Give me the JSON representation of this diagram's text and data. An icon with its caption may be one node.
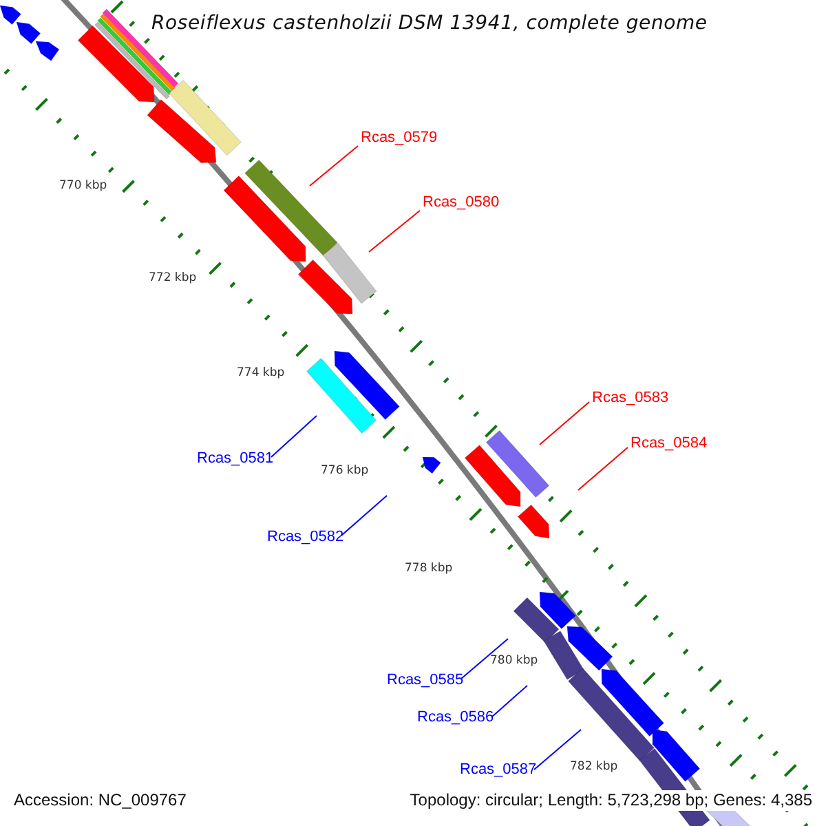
{
  "diagram": {
    "title": "Roseiflexus castenholzii DSM 13941, complete genome",
    "nodes": [
      {
        "text": [
          "Rcas_0579"
        ]
      },
      {
        "text": [
          "Rcas_0580"
        ]
      },
      {
        "text": [
          "Rcas_0581"
        ]
      },
      {
        "text": [
          "Rcas_0582"
        ]
      },
      {
        "text": [
          "Rcas_0583"
        ]
      },
      {
        "text": [
          "Rcas_0584"
        ]
      },
      {
        "text": [
          "Rcas_0585"
        ]
      },
      {
        "text": [
          "Rcas_0586"
        ]
      },
      {
        "text": [
          "Rcas_0587"
        ]
      }
    ],
    "edges": [
      {
        "from": 0,
        "to": null,
        "arrow": "none",
        "color": "#ff0000"
      },
      {
        "from": 1,
        "to": null,
        "arrow": "none",
        "color": "#ff0000"
      },
      {
        "from": 2,
        "to": null,
        "arrow": "none"
      },
      {
        "from": 3,
        "to": null,
        "arrow": "none"
      },
      {
        "from": 4,
        "to": null,
        "arrow": "none",
        "color": "#ff0000"
      },
      {
        "from": 5,
        "to": null,
        "arrow": "none",
        "color": "#ff0000"
      },
      {
        "from": 6,
        "to": null,
        "arrow": "none"
      },
      {
        "from": 7,
        "to": null,
        "arrow": "none"
      },
      {
        "from": 8,
        "to": null,
        "arrow": "none"
      }
    ],
    "labels": [
      "770 kbp",
      "772 kbp",
      "774 kbp",
      "776 kbp",
      "778 kbp",
      "780 kbp",
      "782 kbp",
      "Accession: NC_009767",
      "Topology: circular; Length: 5,723,298 bp; Genes: 4,385"
    ]
  }
}
